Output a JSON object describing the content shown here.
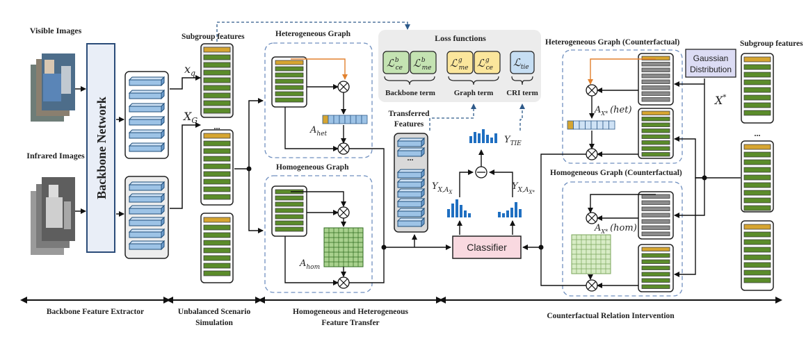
{
  "inputs": {
    "visible_images": "Visible Images",
    "infrared_images": "Infrared Images",
    "backbone_network": "Backbone Network"
  },
  "features": {
    "subgroup_left": "Subgroup features",
    "subgroup_right": "Subgroup features",
    "xq": "x",
    "xq_sub": "q",
    "xg": "X",
    "xg_sub": "G",
    "xstar": "X",
    "xstar_sup": "*",
    "ellipsis": "..."
  },
  "graphs": {
    "hetero": "Heterogeneous Graph",
    "homo": "Homogeneous Graph",
    "hetero_cf": "Heterogeneous Graph (Counterfactual)",
    "homo_cf": "Homogeneous Graph (Counterfactual)",
    "a_het": "A",
    "a_het_sub": "het",
    "a_hom": "A",
    "a_hom_sub": "hom",
    "a_xstar_het": "A",
    "a_xstar_het_sub": "X*",
    "a_xstar_het_tag": "(het)",
    "a_xstar_hom": "A",
    "a_xstar_hom_sub": "X*",
    "a_xstar_hom_tag": "(hom)"
  },
  "loss": {
    "title": "Loss  functions",
    "l1": "ℒ",
    "l1_sup": "b",
    "l1_sub": "ce",
    "l2": "ℒ",
    "l2_sup": "b",
    "l2_sub": "me",
    "l3": "ℒ",
    "l3_sup": "g",
    "l3_sub": "me",
    "l4": "ℒ",
    "l4_sup": "g",
    "l4_sub": "ce",
    "l5": "ℒ",
    "l5_sub": "tie",
    "backbone_term": "Backbone term",
    "graph_term": "Graph term",
    "cri_term": "CRI term"
  },
  "center": {
    "transferred": "Transferred",
    "features": "Features",
    "classifier": "Classifier",
    "gaussian_1": "Gaussian",
    "gaussian_2": "Distribution",
    "y_tie": "Y",
    "y_tie_sub": "TIE",
    "y_xax": "Y",
    "y_xax_sub": "X,A",
    "y_xax_subsub": "X",
    "y_xaxs": "Y",
    "y_xaxs_sub": "X,A",
    "y_xaxs_subsub": "X*"
  },
  "stages": {
    "s1": "Backbone Feature Extractor",
    "s2a": "Unbalanced Scenario",
    "s2b": "Simulation",
    "s3a": "Homogeneous and Heterogeneous",
    "s3b": "Feature Transfer",
    "s4": "Counterfactual Relation Intervention"
  },
  "colors": {
    "blue_fill": "#9dc3e6",
    "blue_stroke": "#1f4e79",
    "green_fill": "#5b8c2a",
    "orange_fill": "#d6a531",
    "gray_fill": "#8c8c8c",
    "dash_blue": "#6f8fbf",
    "loss_bg": "#ececec",
    "classifier_fill": "#f9d9e0",
    "gaussian_fill": "#dcdcf4",
    "bar_blue": "#1f6fc1",
    "orange_arrow": "#e2812d"
  }
}
